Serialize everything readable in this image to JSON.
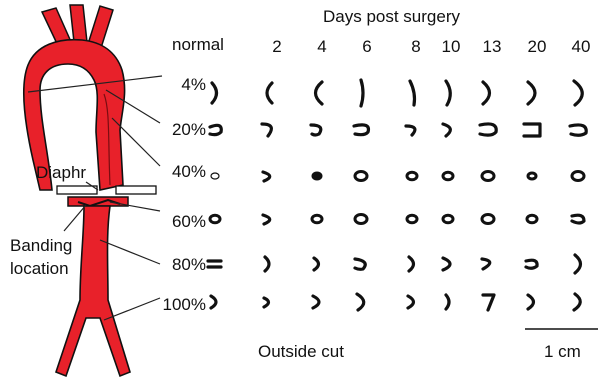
{
  "figure": {
    "header": "Days post surgery",
    "normal_label": "normal",
    "days": [
      "2",
      "4",
      "6",
      "8",
      "10",
      "13",
      "20",
      "40"
    ],
    "percent_labels": [
      "4%",
      "20%",
      "40%",
      "60%",
      "80%",
      "100%"
    ],
    "diaphragm_label": "Diaphr",
    "banding_label_line1": "Banding",
    "banding_label_line2": "location",
    "outside_cut_label": "Outside cut",
    "scale_label": "1 cm",
    "colors": {
      "aorta": "#e8212a",
      "ink": "#111111",
      "line": "#222222"
    }
  }
}
